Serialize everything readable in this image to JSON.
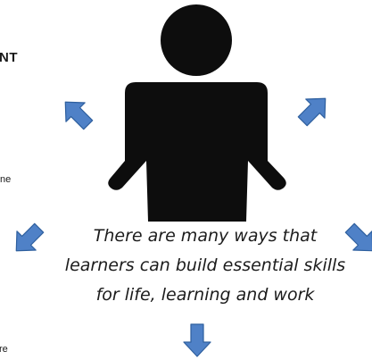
{
  "fragments": {
    "heading": "NT",
    "line_1": "ne",
    "line_2": "re"
  },
  "caption": {
    "line_1": "There are many ways that",
    "line_2": "learners can build essential skills",
    "line_3": "for life, learning and work"
  },
  "colors": {
    "arrow_fill": "#4f81c7",
    "arrow_stroke": "#2e5f9e",
    "figure_fill": "#0d0d0d",
    "text": "#1c1c1c"
  },
  "icons": {
    "person": "person-silhouette-icon",
    "arrow_upper_left": "arrow-up-left-icon",
    "arrow_upper_right": "arrow-up-right-icon",
    "arrow_lower_left": "arrow-down-left-icon",
    "arrow_lower_right": "arrow-down-right-icon",
    "arrow_down": "arrow-down-icon"
  }
}
